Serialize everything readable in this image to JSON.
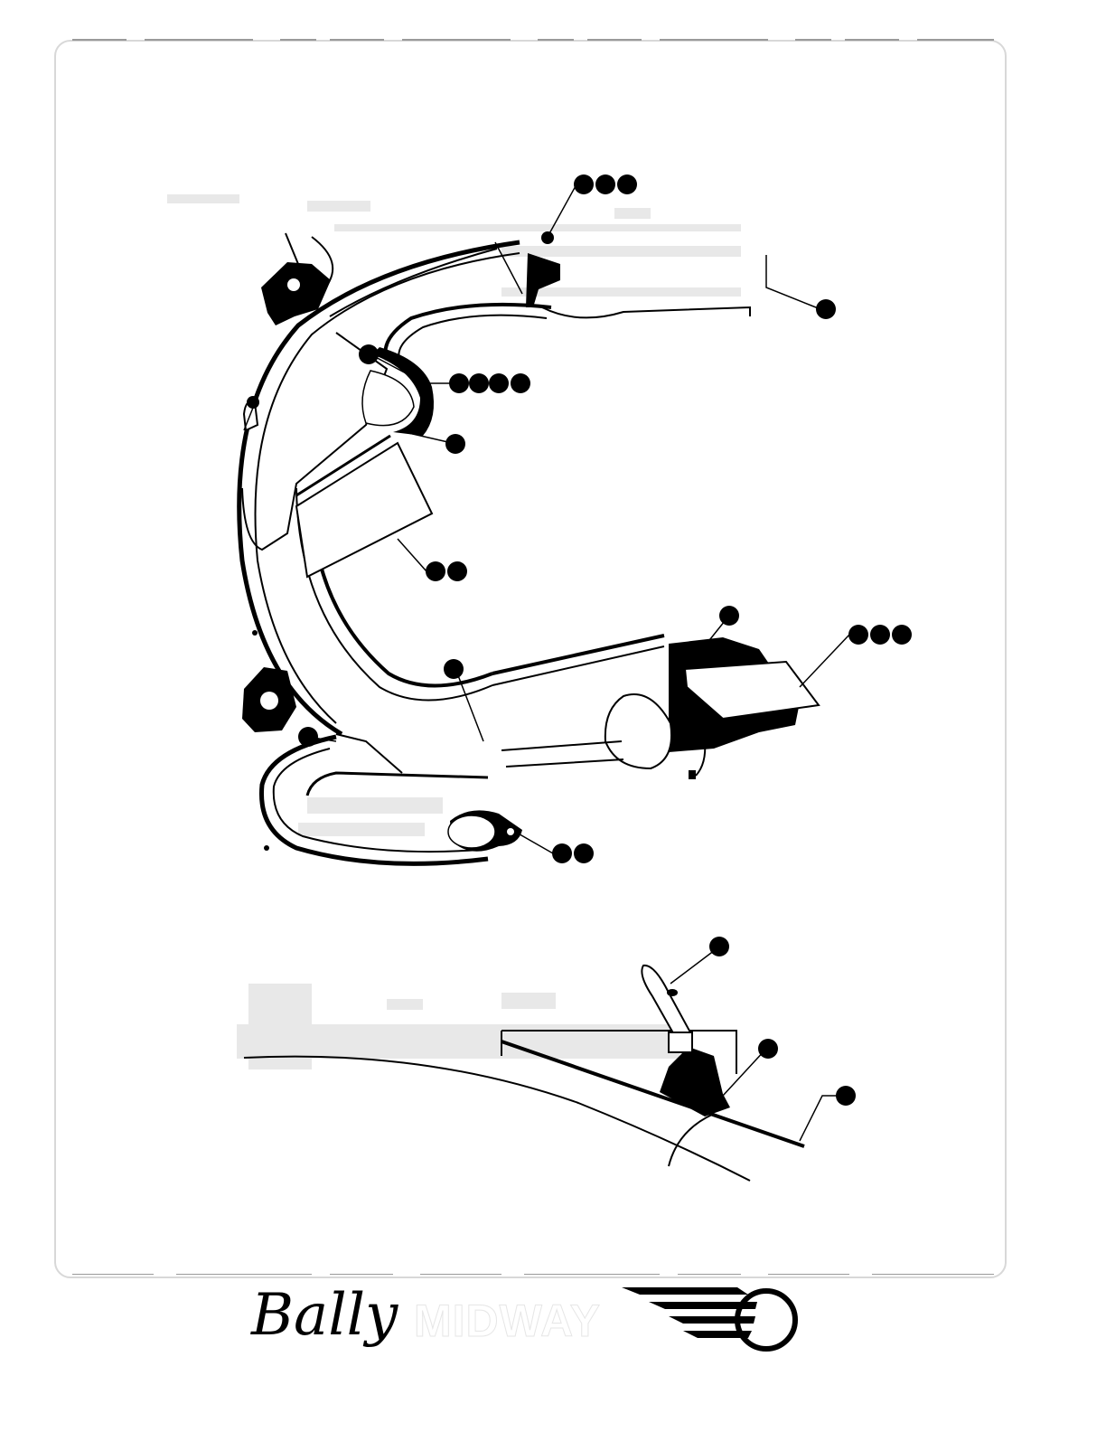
{
  "header": {
    "line1": "",
    "line2": ""
  },
  "views": [
    {
      "id": "top-view",
      "label": ""
    },
    {
      "id": "side-view",
      "label": ""
    }
  ],
  "brand": {
    "script_name": "Bally",
    "block_name": "MIDWAY",
    "logo": "winged-circle-logo"
  },
  "colors": {
    "ink": "#000000",
    "faint": "#cccccc",
    "paper": "#ffffff"
  }
}
